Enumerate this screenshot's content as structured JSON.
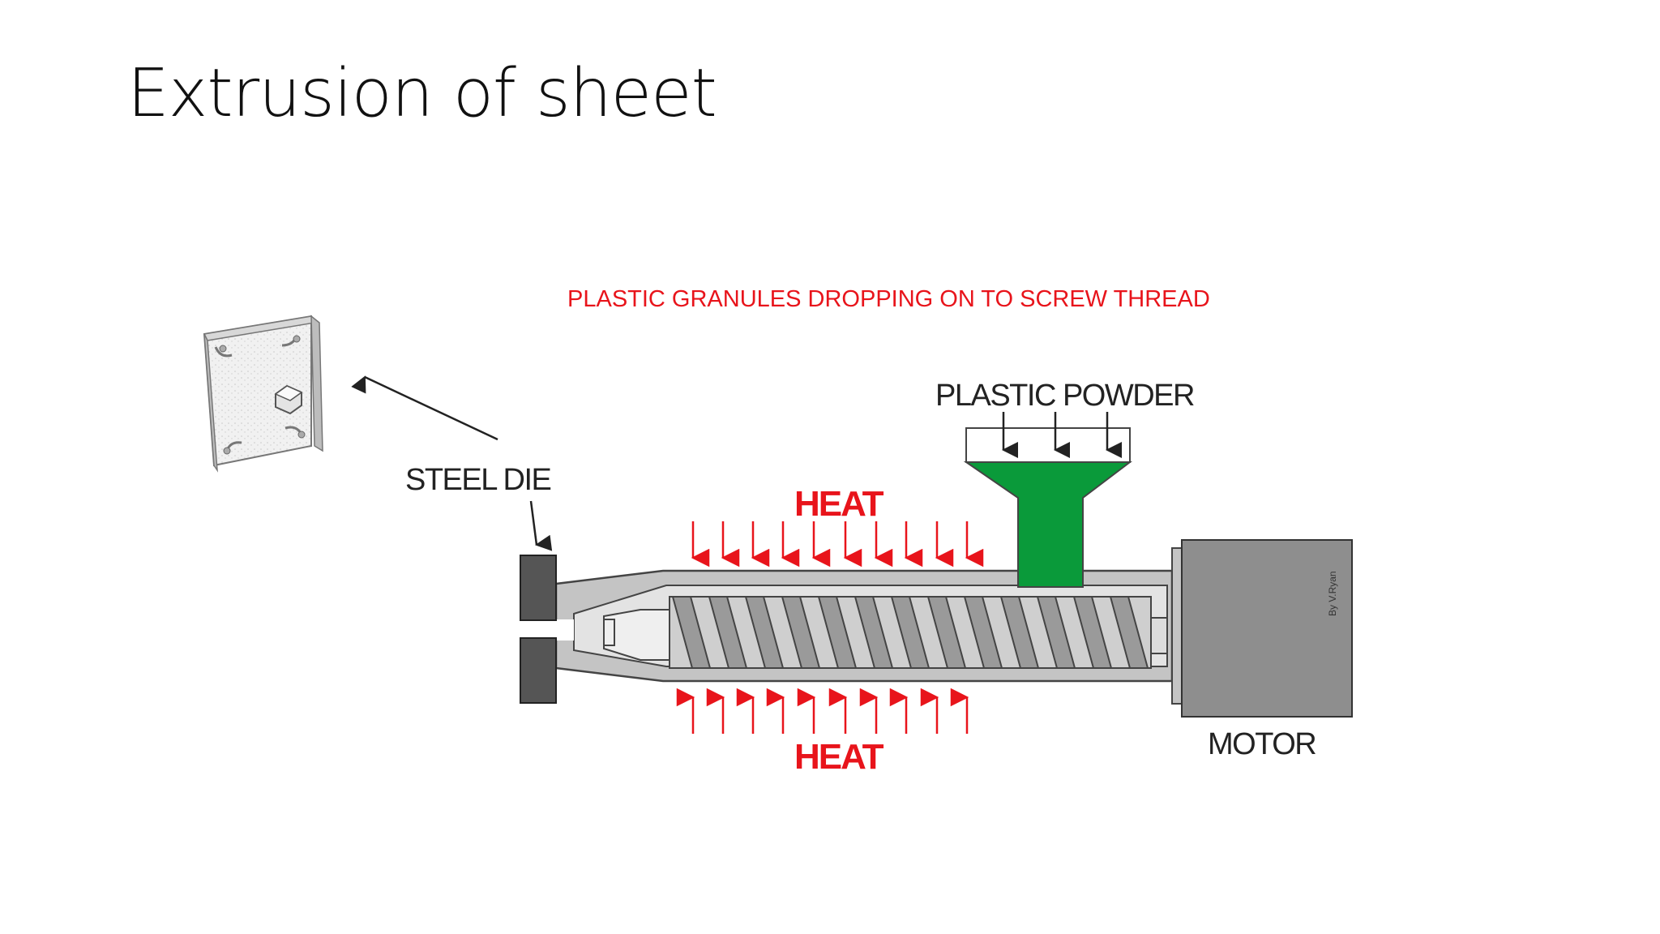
{
  "slide": {
    "title": "Extrusion of sheet"
  },
  "diagram": {
    "caption_top": "PLASTIC GRANULES DROPPING ON TO SCREW THREAD",
    "plastic_powder_label": "PLASTIC POWDER",
    "steel_die_label": "STEEL DIE",
    "heat_top_label": "HEAT",
    "heat_bottom_label": "HEAT",
    "motor_label": "MOTOR",
    "credit": "By V.Ryan",
    "colors": {
      "label_red": "#e8141b",
      "hopper_green": "#0a9a3a",
      "barrel_grey": "#c4c4c4",
      "motor_grey": "#8e8e8e",
      "die_dark": "#555555"
    }
  }
}
